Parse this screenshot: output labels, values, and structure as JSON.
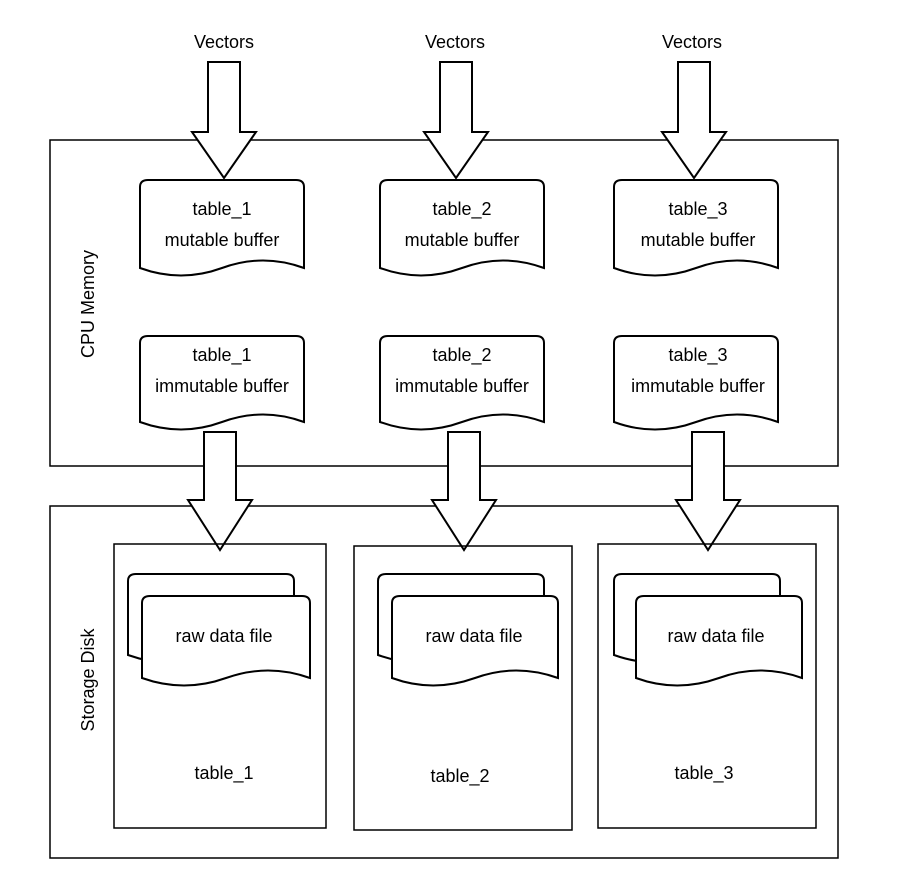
{
  "inputs": [
    "Vectors",
    "Vectors",
    "Vectors"
  ],
  "memory": {
    "label": "CPU Memory",
    "mutable": [
      {
        "table": "table_1",
        "kind": "mutable buffer"
      },
      {
        "table": "table_2",
        "kind": "mutable buffer"
      },
      {
        "table": "table_3",
        "kind": "mutable buffer"
      }
    ],
    "immutable": [
      {
        "table": "table_1",
        "kind": "immutable buffer"
      },
      {
        "table": "table_2",
        "kind": "immutable buffer"
      },
      {
        "table": "table_3",
        "kind": "immutable buffer"
      }
    ]
  },
  "disk": {
    "label": "Storage Disk",
    "tables": [
      {
        "file": "raw data file",
        "name": "table_1"
      },
      {
        "file": "raw data file",
        "name": "table_2"
      },
      {
        "file": "raw data file",
        "name": "table_3"
      }
    ]
  },
  "colors": {
    "stroke": "#000000",
    "fill": "#ffffff",
    "text": "#000000"
  }
}
